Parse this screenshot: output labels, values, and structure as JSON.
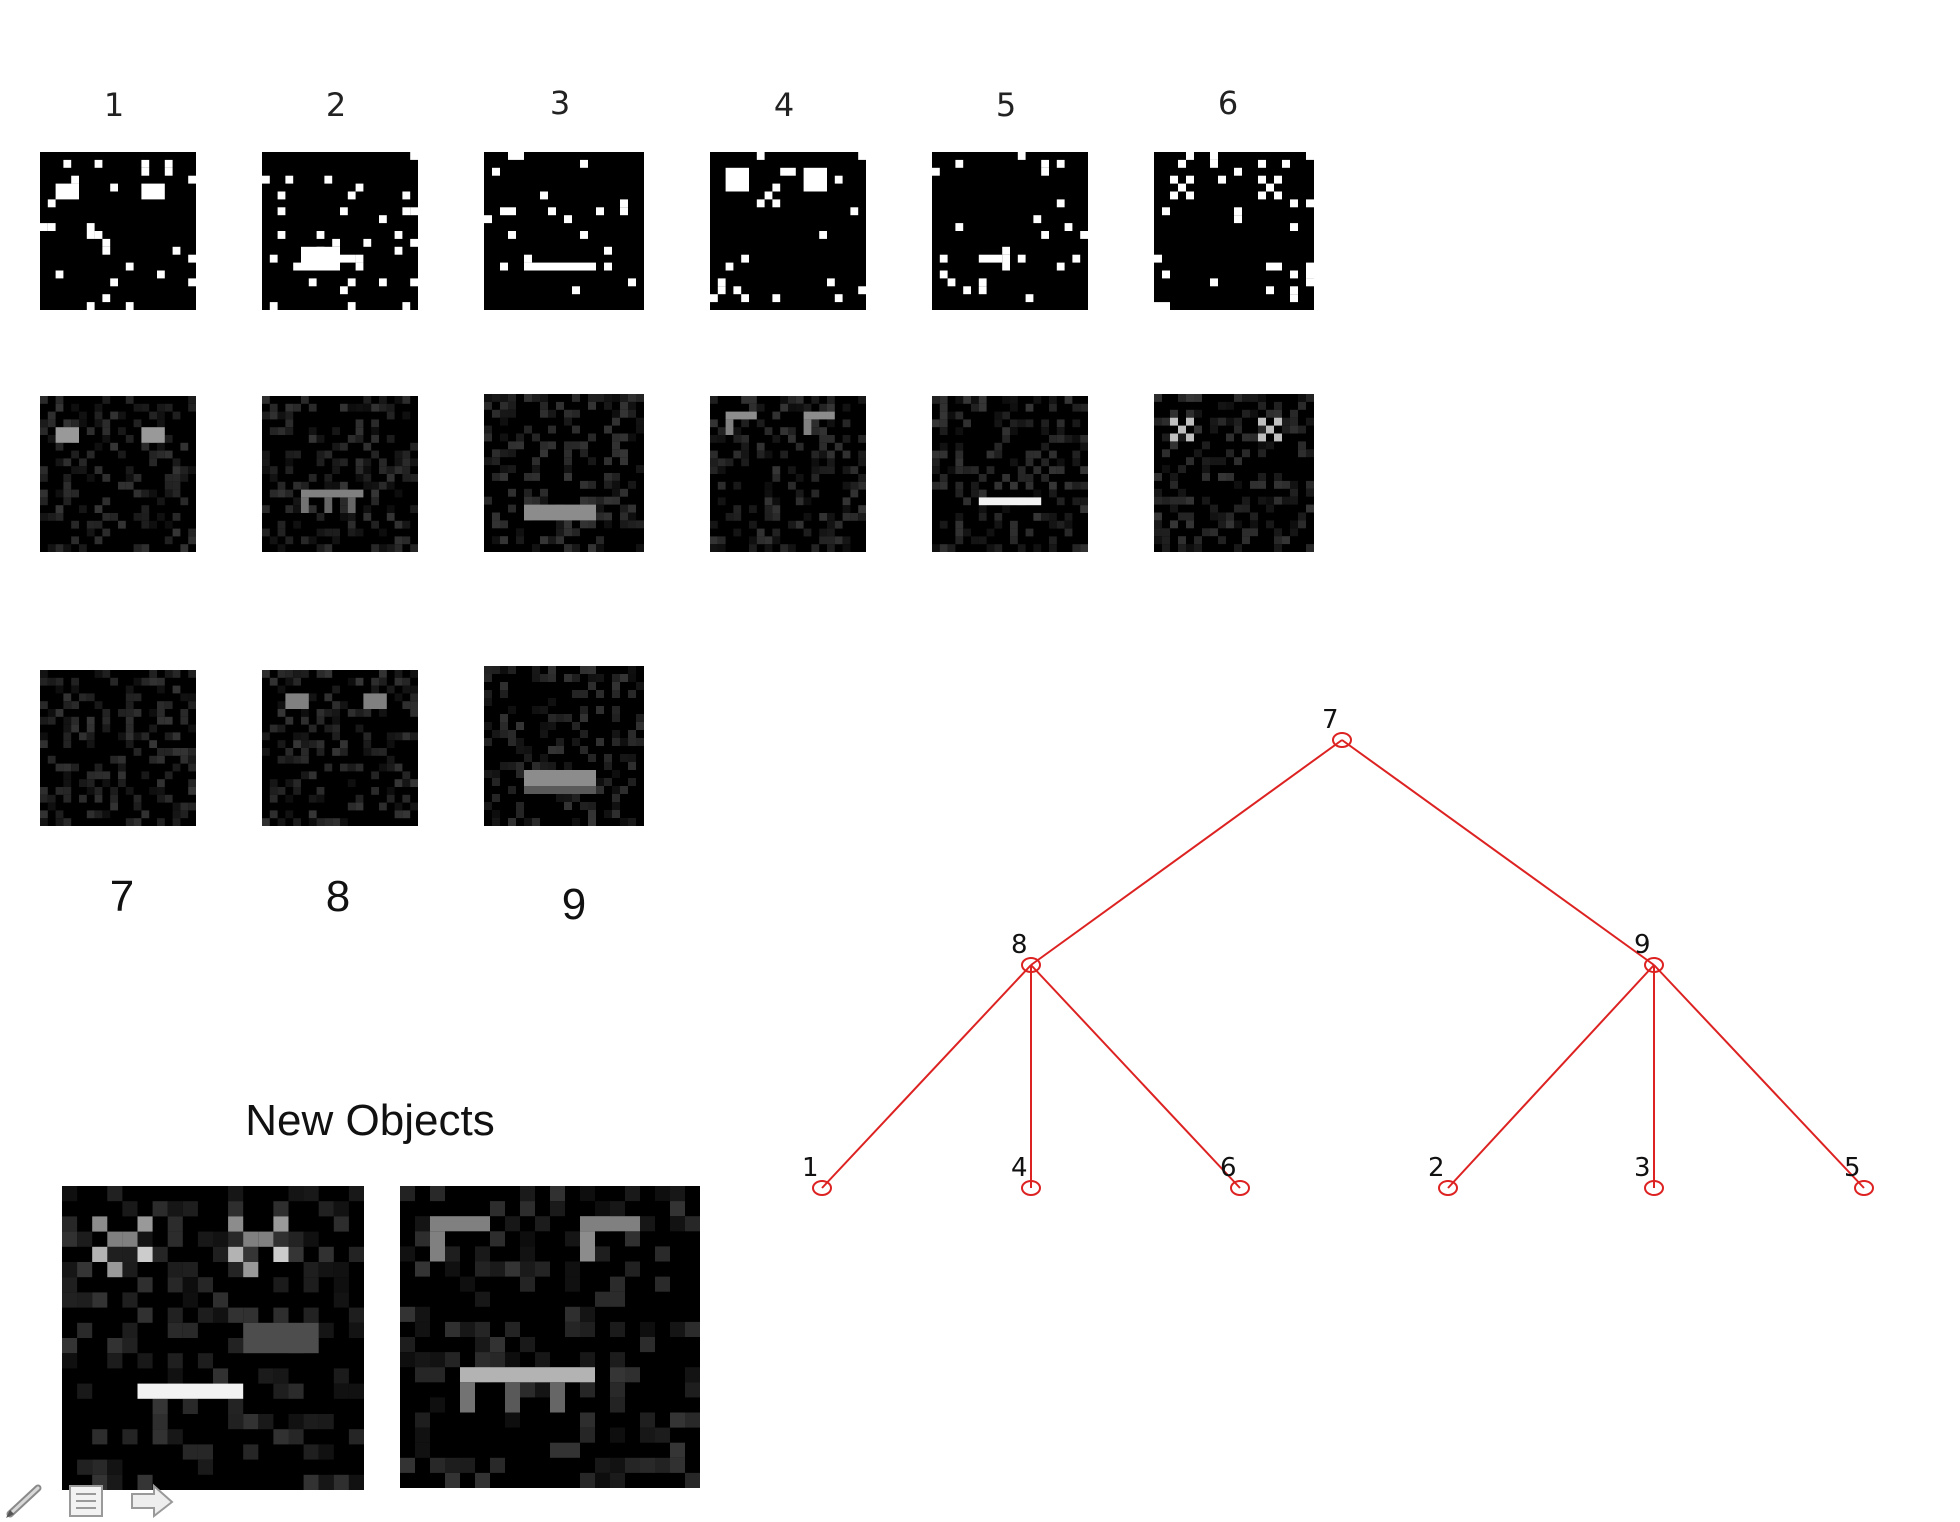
{
  "panels_row1": [
    {
      "label": "1",
      "kind": "binary"
    },
    {
      "label": "2",
      "kind": "binary"
    },
    {
      "label": "3",
      "kind": "binary"
    },
    {
      "label": "4",
      "kind": "binary"
    },
    {
      "label": "5",
      "kind": "binary"
    },
    {
      "label": "6",
      "kind": "binary"
    }
  ],
  "panels_row2_kind": "grayscale",
  "panels_row3": [
    {
      "label": "7",
      "kind": "grayscale"
    },
    {
      "label": "8",
      "kind": "grayscale"
    },
    {
      "label": "9",
      "kind": "grayscale"
    }
  ],
  "new_objects": {
    "title": "New Objects",
    "images": [
      "new-object-1",
      "new-object-2"
    ]
  },
  "tree": {
    "edge_color": "#dd2222",
    "nodes": [
      {
        "id": "7",
        "parent": null
      },
      {
        "id": "8",
        "parent": "7"
      },
      {
        "id": "9",
        "parent": "7"
      },
      {
        "id": "1",
        "parent": "8"
      },
      {
        "id": "4",
        "parent": "8"
      },
      {
        "id": "6",
        "parent": "8"
      },
      {
        "id": "2",
        "parent": "9"
      },
      {
        "id": "3",
        "parent": "9"
      },
      {
        "id": "5",
        "parent": "9"
      }
    ]
  },
  "toolbar": {
    "icons": [
      "pen-icon",
      "slide-menu-icon",
      "next-arrow-icon"
    ]
  }
}
